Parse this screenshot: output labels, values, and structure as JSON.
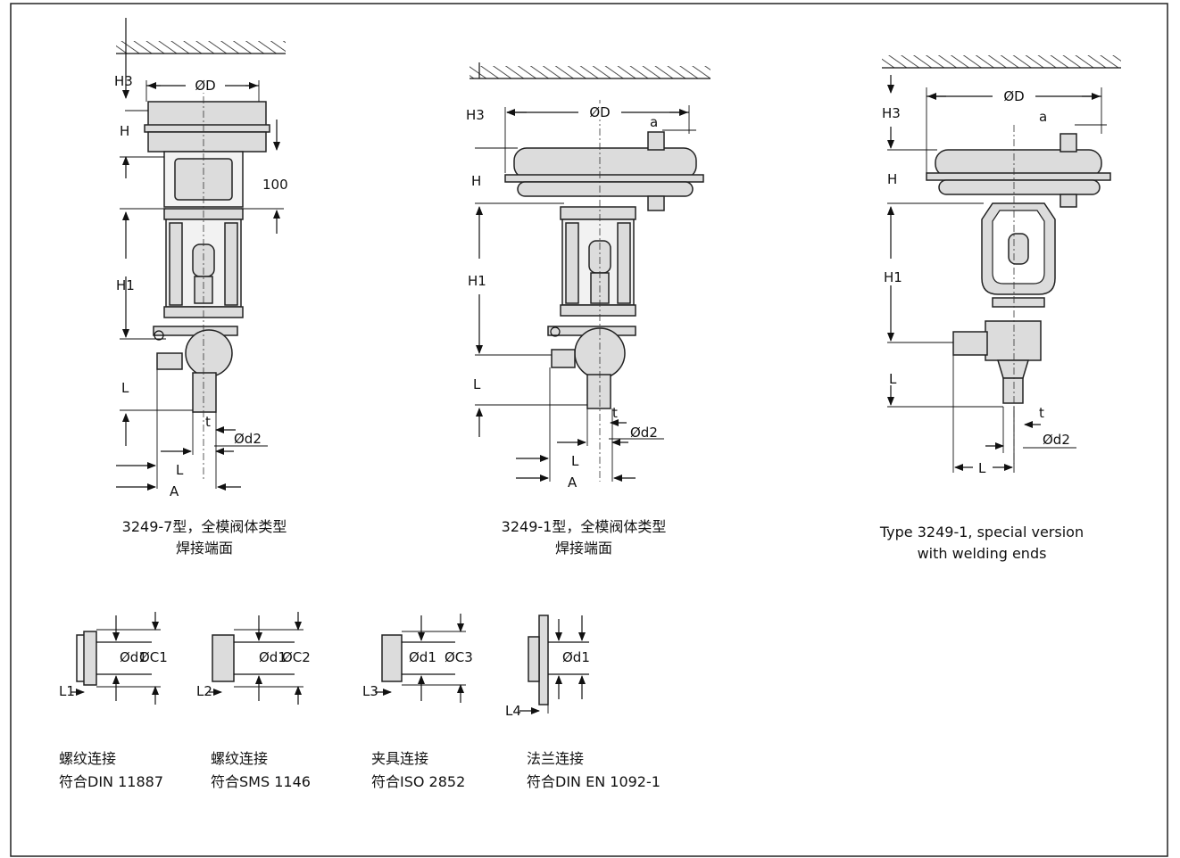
{
  "figures": [
    {
      "id": "fig1",
      "labels": {
        "H3": "H3",
        "D": "ØD",
        "H": "H",
        "dim100": "100",
        "H1": "H1",
        "L": "L",
        "t": "t",
        "d2": "Ød2",
        "L2": "L",
        "A": "A"
      },
      "caption": [
        "3249-7型，全模阀体类型",
        "焊接端面"
      ]
    },
    {
      "id": "fig2",
      "labels": {
        "H3": "H3",
        "D": "ØD",
        "a": "a",
        "H": "H",
        "H1": "H1",
        "L": "L",
        "t": "t",
        "d2": "Ød2",
        "L2": "L",
        "A": "A"
      },
      "caption": [
        "3249-1型，全模阀体类型",
        "焊接端面"
      ]
    },
    {
      "id": "fig3",
      "labels": {
        "H3": "H3",
        "D": "ØD",
        "a": "a",
        "H": "H",
        "H1": "H1",
        "L": "L",
        "t": "t",
        "d2": "Ød2",
        "L2": "L"
      },
      "caption": [
        "Type 3249-1, special version",
        "with welding ends"
      ]
    }
  ],
  "connections": [
    {
      "labels": {
        "d": "Ød1",
        "c": "ØC1",
        "l": "L1"
      },
      "caption": [
        "螺纹连接",
        "符合DIN 11887"
      ]
    },
    {
      "labels": {
        "d": "Ød1",
        "c": "ØC2",
        "l": "L2"
      },
      "caption": [
        "螺纹连接",
        "符合SMS 1146"
      ]
    },
    {
      "labels": {
        "d": "Ød1",
        "c": "ØC3",
        "l": "L3"
      },
      "caption": [
        "夹具连接",
        "符合ISO 2852"
      ]
    },
    {
      "labels": {
        "d": "Ød1",
        "l": "L4"
      },
      "caption": [
        "法兰连接",
        "符合DIN EN 1092-1"
      ]
    }
  ]
}
